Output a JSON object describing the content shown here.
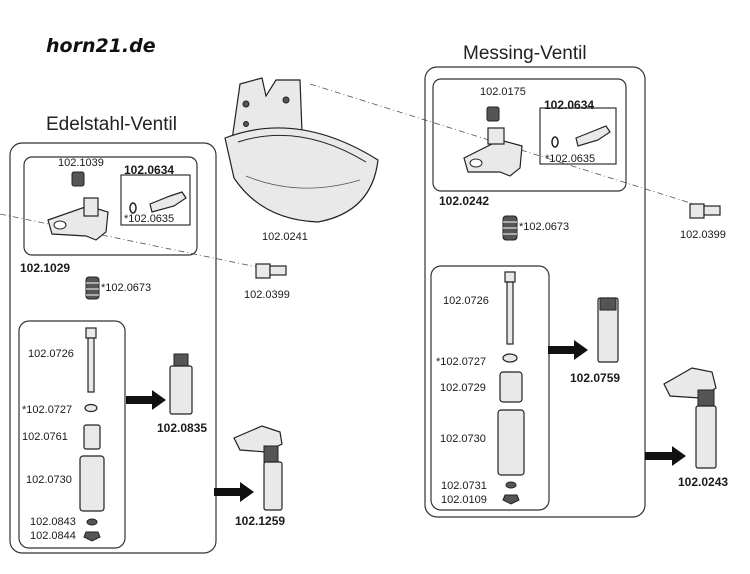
{
  "brand": "horn21.de",
  "titles": {
    "left": "Edelstahl-Ventil",
    "right": "Messing-Ventil"
  },
  "bowl_label": "102.0241",
  "left": {
    "assembly": "102.1029",
    "kit": "102.0634",
    "spring_top": "102.1039",
    "oring": "*102.0635",
    "screw": "102.0399",
    "spring": "*102.0673",
    "parts": [
      "102.0726",
      "*102.0727",
      "102.0761",
      "102.0730",
      "102.0843",
      "102.0844"
    ],
    "result_a": "102.0835",
    "result_b": "102.1259"
  },
  "right": {
    "assembly": "102.0242",
    "kit": "102.0634",
    "spring_top": "102.0175",
    "oring": "*102.0635",
    "screw": "102.0399",
    "spring": "*102.0673",
    "parts": [
      "102.0726",
      "*102.0727",
      "102.0729",
      "102.0730",
      "102.0731",
      "102.0109"
    ],
    "result_a": "102.0759",
    "result_b": "102.0243"
  }
}
